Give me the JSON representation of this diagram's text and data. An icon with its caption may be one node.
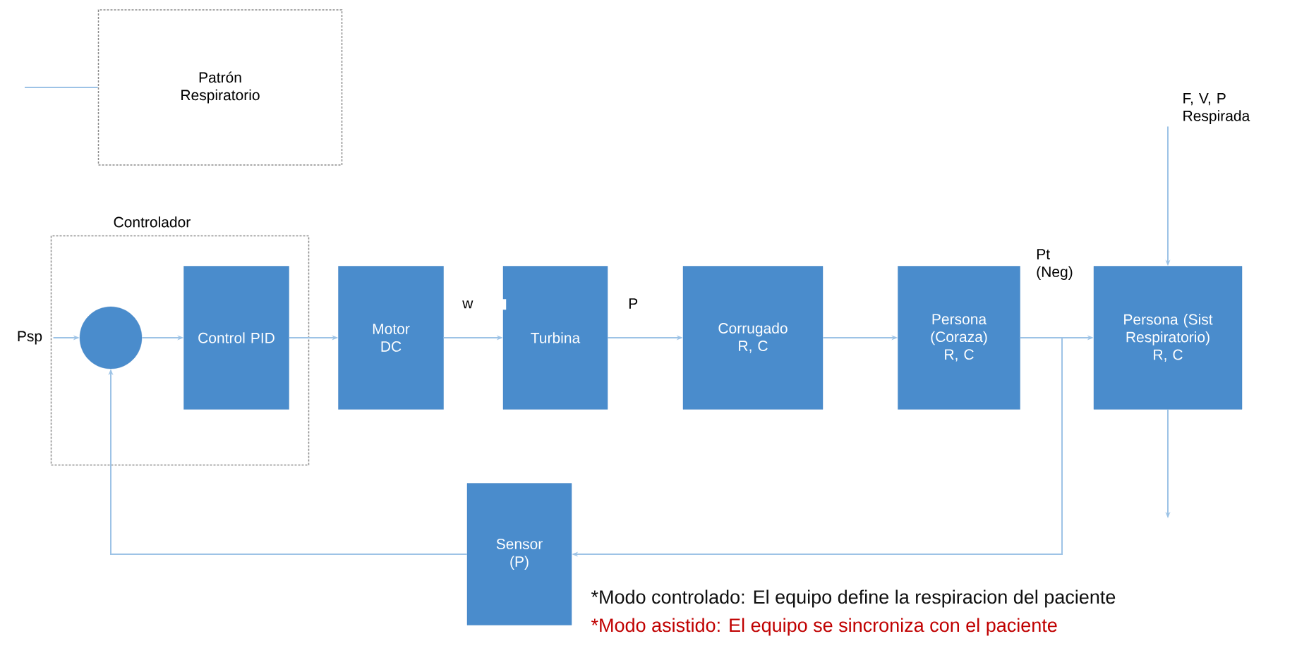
{
  "diagram": {
    "nodes": [
      {
        "text": [
          "Patrón Respiratorio"
        ]
      },
      {
        "text": [
          "Controlador"
        ]
      },
      {
        "text": [],
        "shape": "circle",
        "in": 1
      },
      {
        "text": [
          "Control PID"
        ],
        "in": 1
      },
      {
        "text": [
          "Motor DC"
        ]
      },
      {
        "text": [
          "Turbina"
        ]
      },
      {
        "text": [
          "Corrugado R, C"
        ]
      },
      {
        "text": [
          "Persona (Coraza) R, C"
        ]
      },
      {
        "text": [
          "Persona (Sist Respiratorio) R, C"
        ]
      },
      {
        "text": [
          "Sensor (P)"
        ]
      },
      {
        "text": [
          "Psp"
        ]
      },
      {
        "text": [
          "F, V, P Respirada"
        ]
      }
    ],
    "edges": [
      {
        "from": null,
        "to": 0,
        "arrow": "none"
      },
      {
        "from": 10,
        "to": 2,
        "arrow": "to"
      },
      {
        "from": 2,
        "to": 3,
        "arrow": "to"
      },
      {
        "from": 3,
        "to": 4,
        "arrow": "to"
      },
      {
        "from": 4,
        "to": 5,
        "arrow": "to",
        "label": "w"
      },
      {
        "from": 5,
        "to": 6,
        "arrow": "to",
        "label": "P"
      },
      {
        "from": 6,
        "to": 7,
        "arrow": "to"
      },
      {
        "from": 7,
        "to": 8,
        "arrow": "to",
        "label": "Pt (Neg)"
      },
      {
        "from": 11,
        "to": 8,
        "arrow": "to"
      },
      {
        "from": 8,
        "to": null,
        "arrow": "to"
      },
      {
        "from": 7,
        "to": 9,
        "arrow": "to"
      },
      {
        "from": 9,
        "to": 2,
        "arrow": "to"
      }
    ],
    "labels": [
      "*Modo controlado: El equipo define la respiracion del paciente",
      "*Modo asistido: El equipo se sincroniza con el paciente"
    ]
  }
}
